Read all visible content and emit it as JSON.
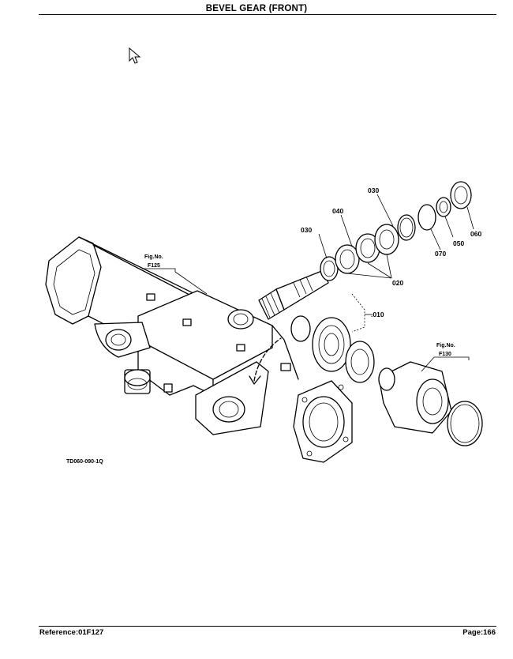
{
  "header": {
    "title": "BEVEL GEAR (FRONT)"
  },
  "footer": {
    "reference": "Reference:01F127",
    "page": "Page:166"
  },
  "diagram": {
    "drawing_code": "TD060-090-1Q",
    "callouts": {
      "c030a": "030",
      "c040": "040",
      "c030b": "030",
      "c060": "060",
      "c050": "050",
      "c070": "070",
      "c020": "020",
      "c010": ".010"
    },
    "fig_refs": {
      "f125_line1": "Fig.No.",
      "f125_line2": "F125",
      "f130_line1": "Fig.No.",
      "f130_line2": "F130"
    }
  }
}
